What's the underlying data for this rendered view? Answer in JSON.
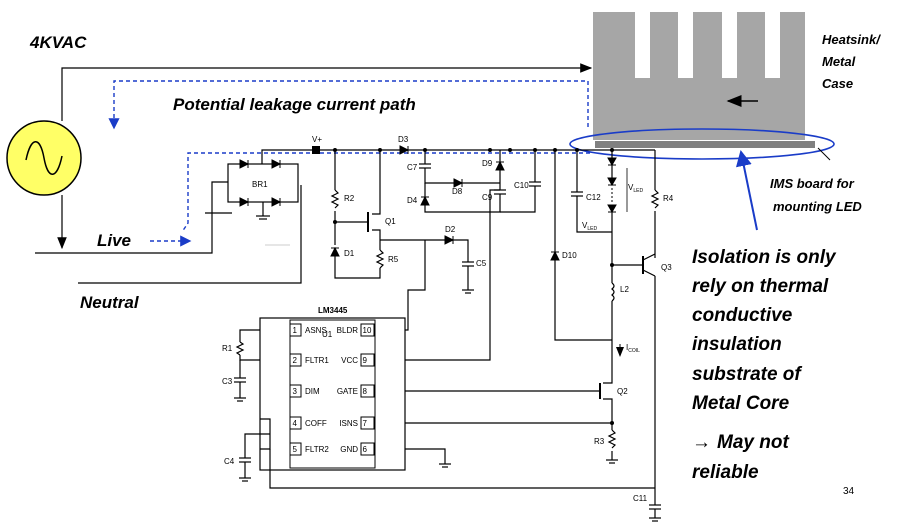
{
  "texts": {
    "voltage": "4KVAC",
    "leakage_path": "Potential leakage current path",
    "heatsink": [
      "Heatsink/",
      "Metal",
      "Case"
    ],
    "ims_board": [
      "IMS board for",
      "mounting LED"
    ],
    "live": "Live",
    "neutral": "Neutral",
    "isolation": [
      "Isolation is only",
      "rely on thermal",
      "conductive",
      "insulation",
      "substrate of",
      "Metal Core"
    ],
    "conclusion_arrow": "→",
    "conclusion": [
      "May not",
      "reliable"
    ],
    "page_number": "34"
  },
  "ic": {
    "name": "LM3445",
    "ref": "U1",
    "left_pins": [
      {
        "num": "1",
        "name": "ASNS"
      },
      {
        "num": "2",
        "name": "FLTR1"
      },
      {
        "num": "3",
        "name": "DIM"
      },
      {
        "num": "4",
        "name": "COFF"
      },
      {
        "num": "5",
        "name": "FLTR2"
      }
    ],
    "right_pins": [
      {
        "num": "10",
        "name": "BLDR"
      },
      {
        "num": "9",
        "name": "VCC"
      },
      {
        "num": "8",
        "name": "GATE"
      },
      {
        "num": "7",
        "name": "ISNS"
      },
      {
        "num": "6",
        "name": "GND"
      }
    ]
  },
  "parts": {
    "vplus": "V+",
    "br1": "BR1",
    "d3": "D3",
    "c7": "C7",
    "d9": "D9",
    "d8": "D8",
    "d4": "D4",
    "c9": "C9",
    "c10": "C10",
    "c12": "C12",
    "vled_top": "V",
    "vled_sub": "LED",
    "vled_side": "V",
    "vled_side_sub": "LED",
    "r4": "R4",
    "r2": "R2",
    "q1": "Q1",
    "d1": "D1",
    "r5": "R5",
    "d2": "D2",
    "c5": "C5",
    "d10": "D10",
    "q3": "Q3",
    "l2": "L2",
    "icoil": "I",
    "icoil_sub": "COIL",
    "q2": "Q2",
    "r3": "R3",
    "r1": "R1",
    "c3": "C3",
    "c4": "C4",
    "c11": "C11"
  },
  "colors": {
    "heatsink": "#a6a6a6",
    "board": "#808080",
    "leakage_path": "#1a3cc8",
    "source_fill": "#ffff66"
  }
}
